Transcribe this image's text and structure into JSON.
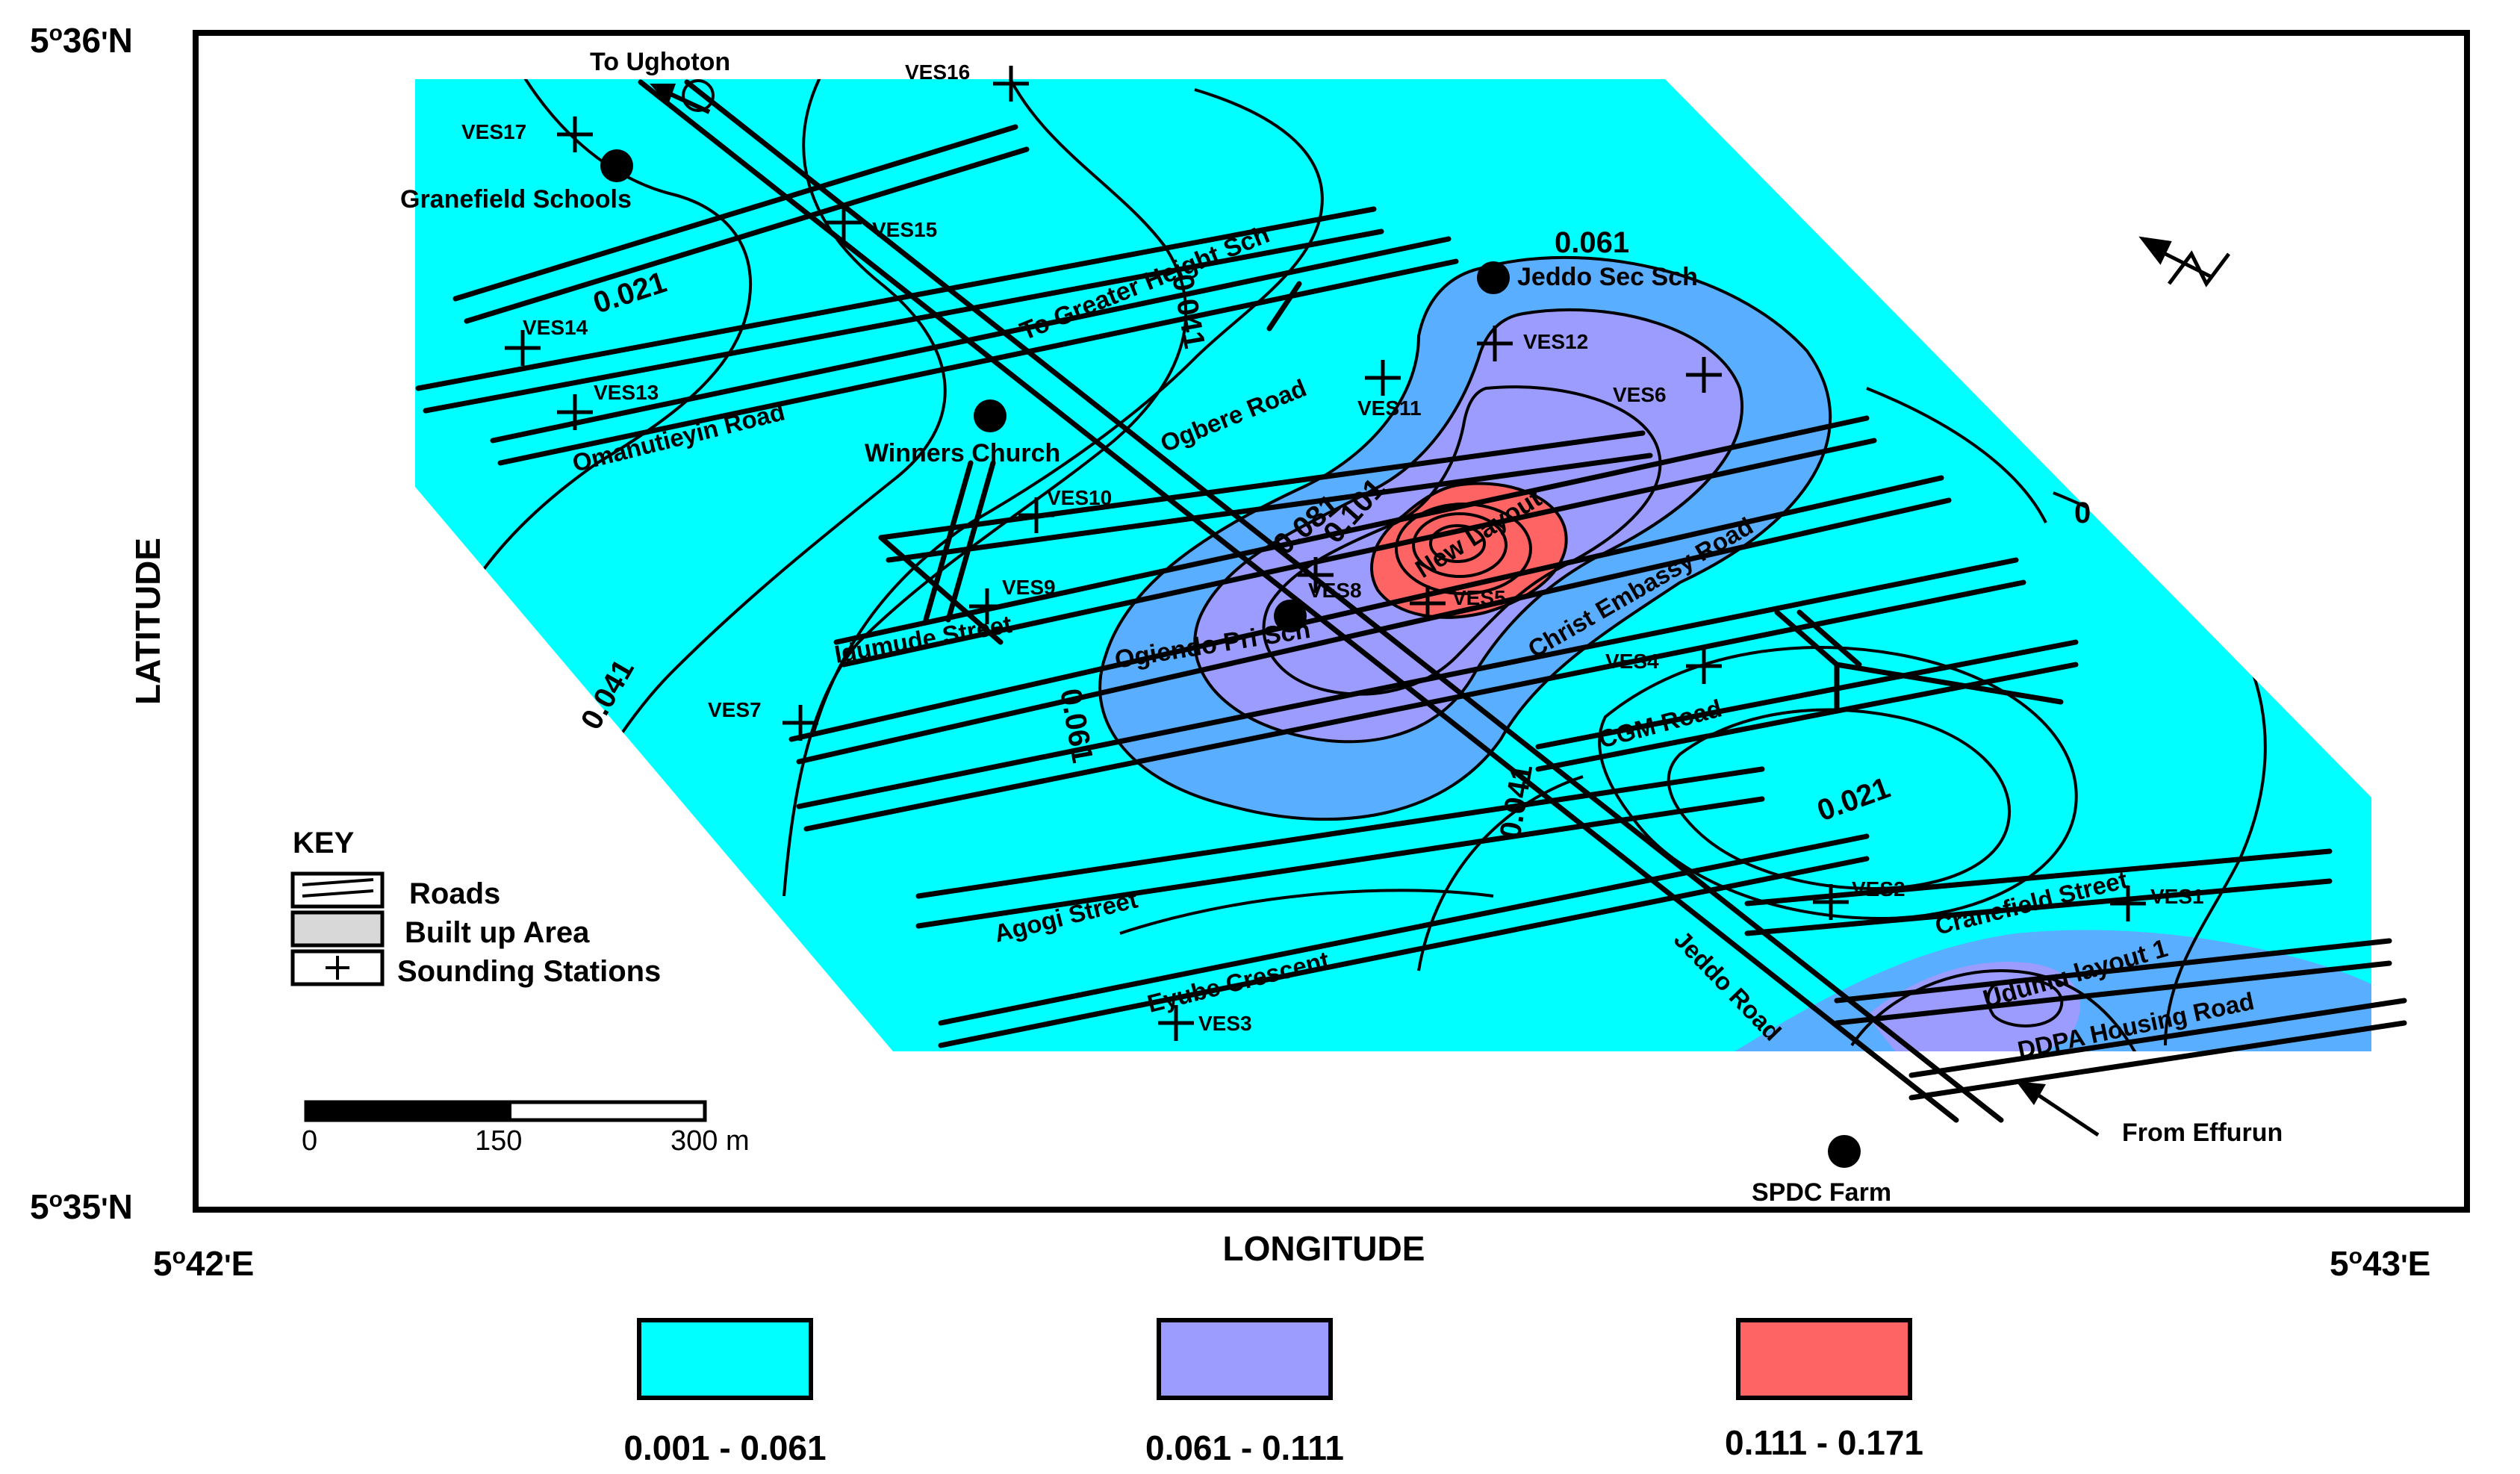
{
  "axes": {
    "top_left": {
      "deg": "5",
      "sup": "o",
      "min": "36",
      "suffix": "N"
    },
    "bottom_left": {
      "deg": "5",
      "sup": "o",
      "min": "35",
      "suffix": "N"
    },
    "bottom_x_left": {
      "deg": "5",
      "sup": "o",
      "min": "42",
      "suffix": "E"
    },
    "bottom_x_right": {
      "deg": "5",
      "sup": "o",
      "min": "43",
      "suffix": "E"
    },
    "latitude_label": "LATITUDE",
    "longitude_label": "LONGITUDE"
  },
  "colors": {
    "low": "#00FFFF",
    "mid_light": "#5AAEFF",
    "mid": "#9C9CFF",
    "high": "#FF6464"
  },
  "places": {
    "to_ughoton": "To Ughoton",
    "granefield_schools": "Granefield Schools",
    "jeddo_sec_sch": "Jeddo Sec Sch",
    "winners_church": "Winners Church",
    "ogiendo_pri_sch": "Ogiendo Pri Sch",
    "new_layout": "New Layout",
    "spdc_farm": "SPDC Farm",
    "from_effurun": "From Effurun",
    "to_greater_height": "To Greater Height Sch",
    "udumu_layout": "Udumu layout 1"
  },
  "roads": {
    "omanutieyin": "Omanutieyin Road",
    "ogbere": "Ogbere Road",
    "idumude": "Idumude Street",
    "christ_embassy": "Christ Embassy Road",
    "cgm": "CGM Road",
    "agogi": "Agogi Street",
    "eyube": "Eyube Crescent",
    "jeddo": "Jeddo Road",
    "cranefield": "Cranefield Street",
    "ddpa": "DDPA Housing Road"
  },
  "stations": [
    "VES1",
    "VES2",
    "VES3",
    "VES4",
    "VES5",
    "VES6",
    "VES7",
    "VES8",
    "VES9",
    "VES10",
    "VES11",
    "VES12",
    "VES13",
    "VES14",
    "VES15",
    "VES16",
    "VES17"
  ],
  "contour_labels": {
    "c1": "0.061",
    "c2": "0.021",
    "c3": "0.021",
    "c4": "0.041",
    "c5": "0.041",
    "c6": "0.081",
    "c7": "0.101",
    "c8": "0.061",
    "c9": "0.041",
    "c10": "0"
  },
  "key": {
    "title": "KEY",
    "roads": "Roads",
    "built_up": "Built up Area",
    "sounding": "Sounding Stations"
  },
  "scale": {
    "v0": "0",
    "v1": "150",
    "v2": "300 m"
  },
  "legend": [
    {
      "label": "0.001 - 0.061",
      "color": "#00FFFF"
    },
    {
      "label": "0.061 - 0.111",
      "color": "#9C9CFF"
    },
    {
      "label": "0.111 - 0.171",
      "color": "#FF6464"
    }
  ]
}
